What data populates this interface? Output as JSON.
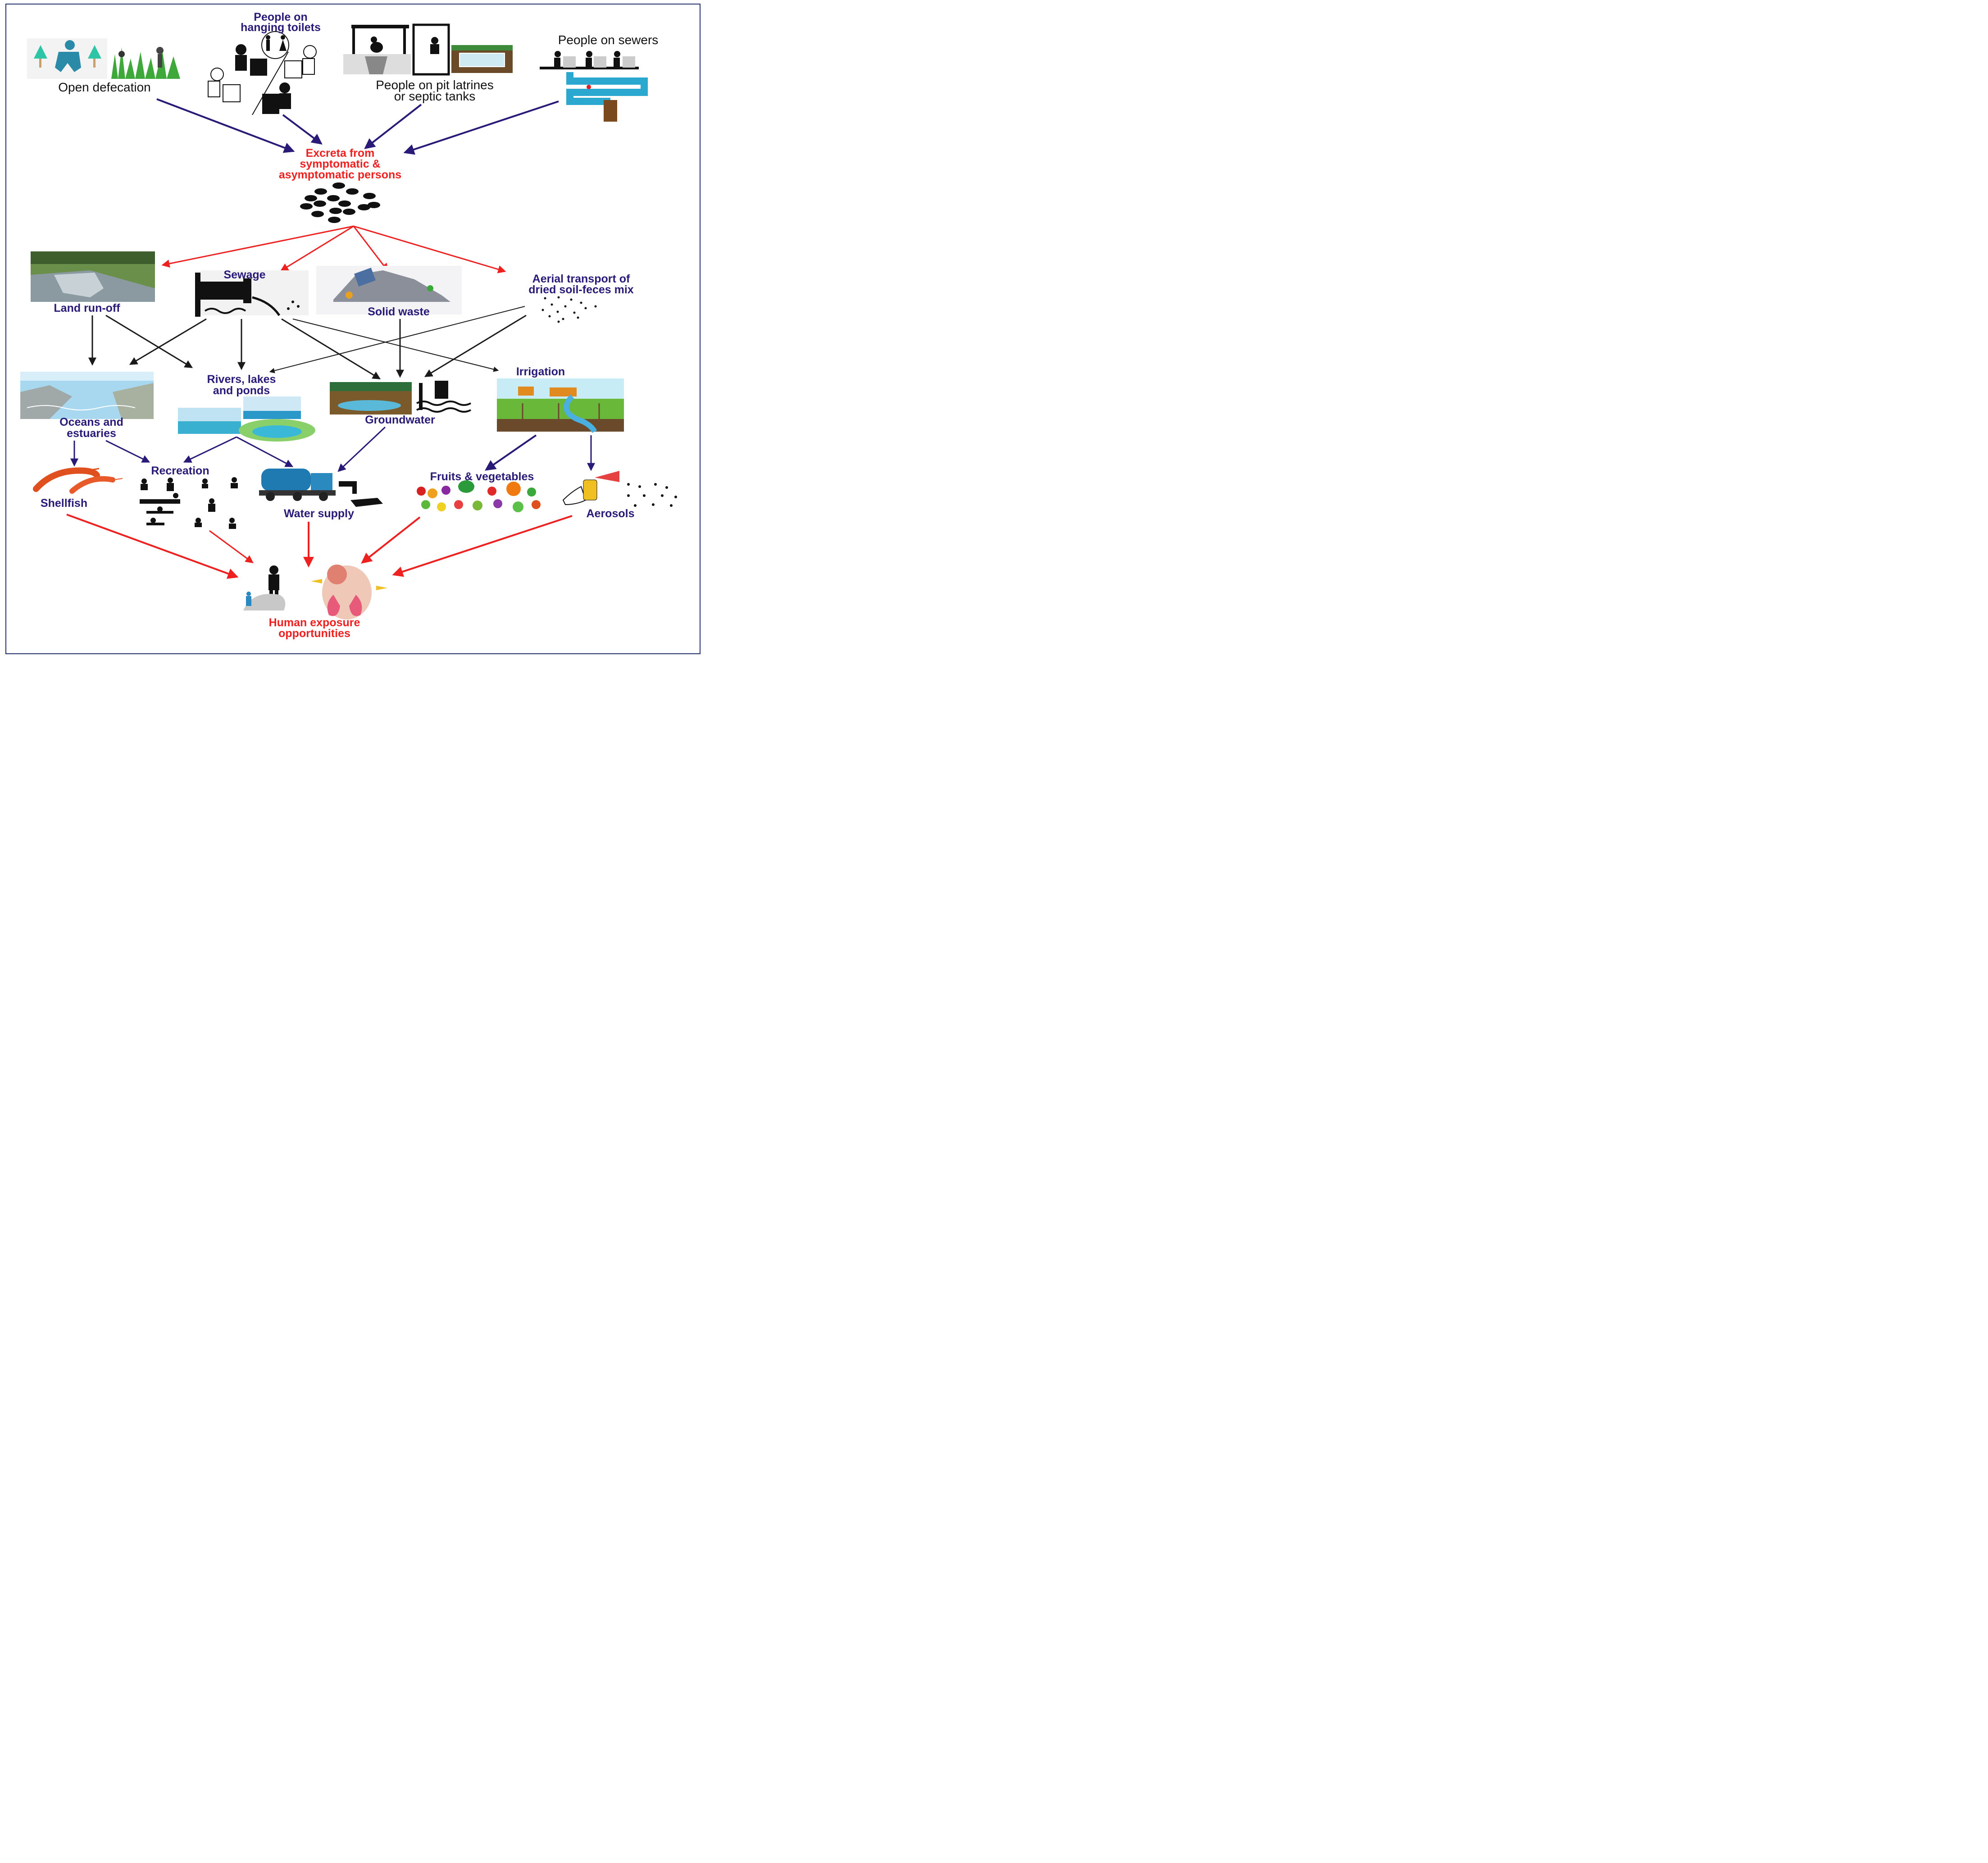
{
  "sources": {
    "open_defecation": "Open defecation",
    "hanging_toilets": [
      "People on",
      "hanging toilets"
    ],
    "pit_latrines": [
      "People on pit latrines",
      "or septic tanks"
    ],
    "sewers": "People on sewers"
  },
  "excreta": [
    "Excreta from",
    "symptomatic &",
    "asymptomatic persons"
  ],
  "pathways": {
    "land_runoff": "Land run-off",
    "sewage": "Sewage",
    "solid_waste": "Solid waste",
    "aerial": [
      "Aerial transport of",
      "dried soil-feces mix"
    ]
  },
  "receptors": {
    "oceans": [
      "Oceans and",
      "estuaries"
    ],
    "rivers": [
      "Rivers, lakes",
      "and ponds"
    ],
    "groundwater": "Groundwater",
    "irrigation": "Irrigation"
  },
  "exposures": {
    "shellfish": "Shellfish",
    "recreation": "Recreation",
    "water_supply": "Water supply",
    "fruits": "Fruits & vegetables",
    "aerosols": "Aerosols"
  },
  "outcome": [
    "Human exposure",
    "opportunities"
  ],
  "colors": {
    "navy_arrow": "#2a1a78",
    "red_arrow": "#ee2020",
    "black_arrow": "#1a1a1a",
    "frame": "#23306b"
  }
}
